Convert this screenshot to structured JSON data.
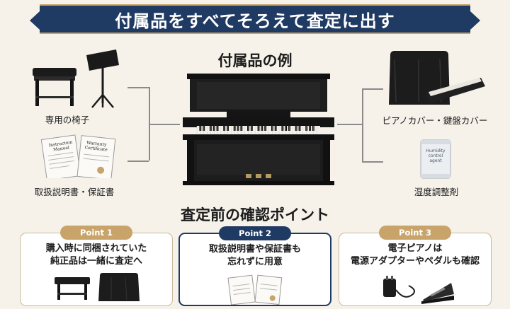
{
  "banner": {
    "title": "付属品をすべてそろえて査定に出す"
  },
  "accessories": {
    "title": "付属品の例",
    "items": [
      {
        "label": "専用の椅子"
      },
      {
        "label": "取扱説明書・保証書"
      },
      {
        "label": "ピアノカバー・鍵盤カバー"
      },
      {
        "label": "湿度調整剤"
      }
    ],
    "document_labels": [
      "Instruction Manual",
      "Warranty Certificate"
    ],
    "packet_label": "Humidity control agent"
  },
  "points": {
    "title": "査定前の確認ポイント",
    "cards": [
      {
        "badge": "Point 1",
        "line1": "購入時に同梱されていた",
        "line2": "純正品は一緒に査定へ"
      },
      {
        "badge": "Point 2",
        "line1": "取扱説明書や保証書も",
        "line2": "忘れずに用意"
      },
      {
        "badge": "Point 3",
        "line1": "電子ピアノは",
        "line2": "電源アダプターやペダルも確認"
      }
    ]
  },
  "colors": {
    "navy": "#1f3a63",
    "gold": "#c8a46a",
    "background": "#f6f2ea"
  }
}
